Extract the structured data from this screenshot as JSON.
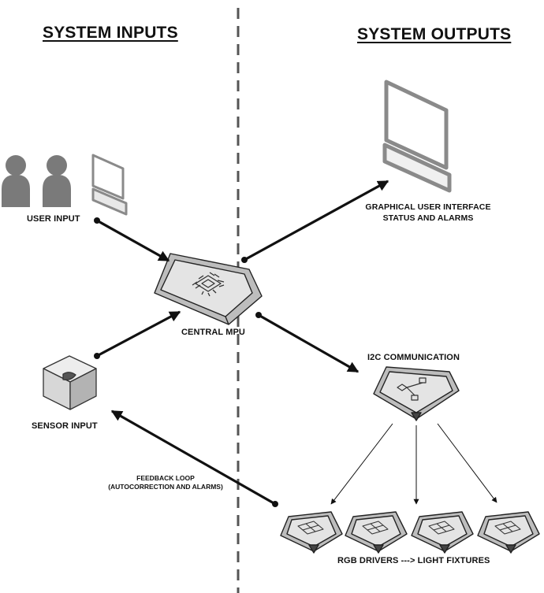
{
  "headings": {
    "inputs": "SYSTEM INPUTS",
    "outputs": "SYSTEM OUTPUTS"
  },
  "labels": {
    "user_input": "USER INPUT",
    "central_mpu": "CENTRAL MPU",
    "sensor_input": "SENSOR INPUT",
    "gui_line1": "GRAPHICAL USER INTERFACE",
    "gui_line2": "STATUS AND ALARMS",
    "i2c": "I2C COMMUNICATION",
    "feedback_line1": "FEEDBACK LOOP",
    "feedback_line2": "(AUTOCORRECTION AND ALARMS)",
    "rgb_drivers": "RGB DRIVERS ---> LIGHT FIXTURES"
  },
  "icons": [
    "user-icon",
    "monitor-icon",
    "chip-icon",
    "sensor-cube-icon",
    "i2c-module-icon",
    "rgb-driver-icon"
  ],
  "colors": {
    "icon_fill": "#d6d6d6",
    "icon_dark": "#8c8c8c",
    "person": "#7a7a7a",
    "outline": "#222222",
    "divider": "#555555"
  }
}
